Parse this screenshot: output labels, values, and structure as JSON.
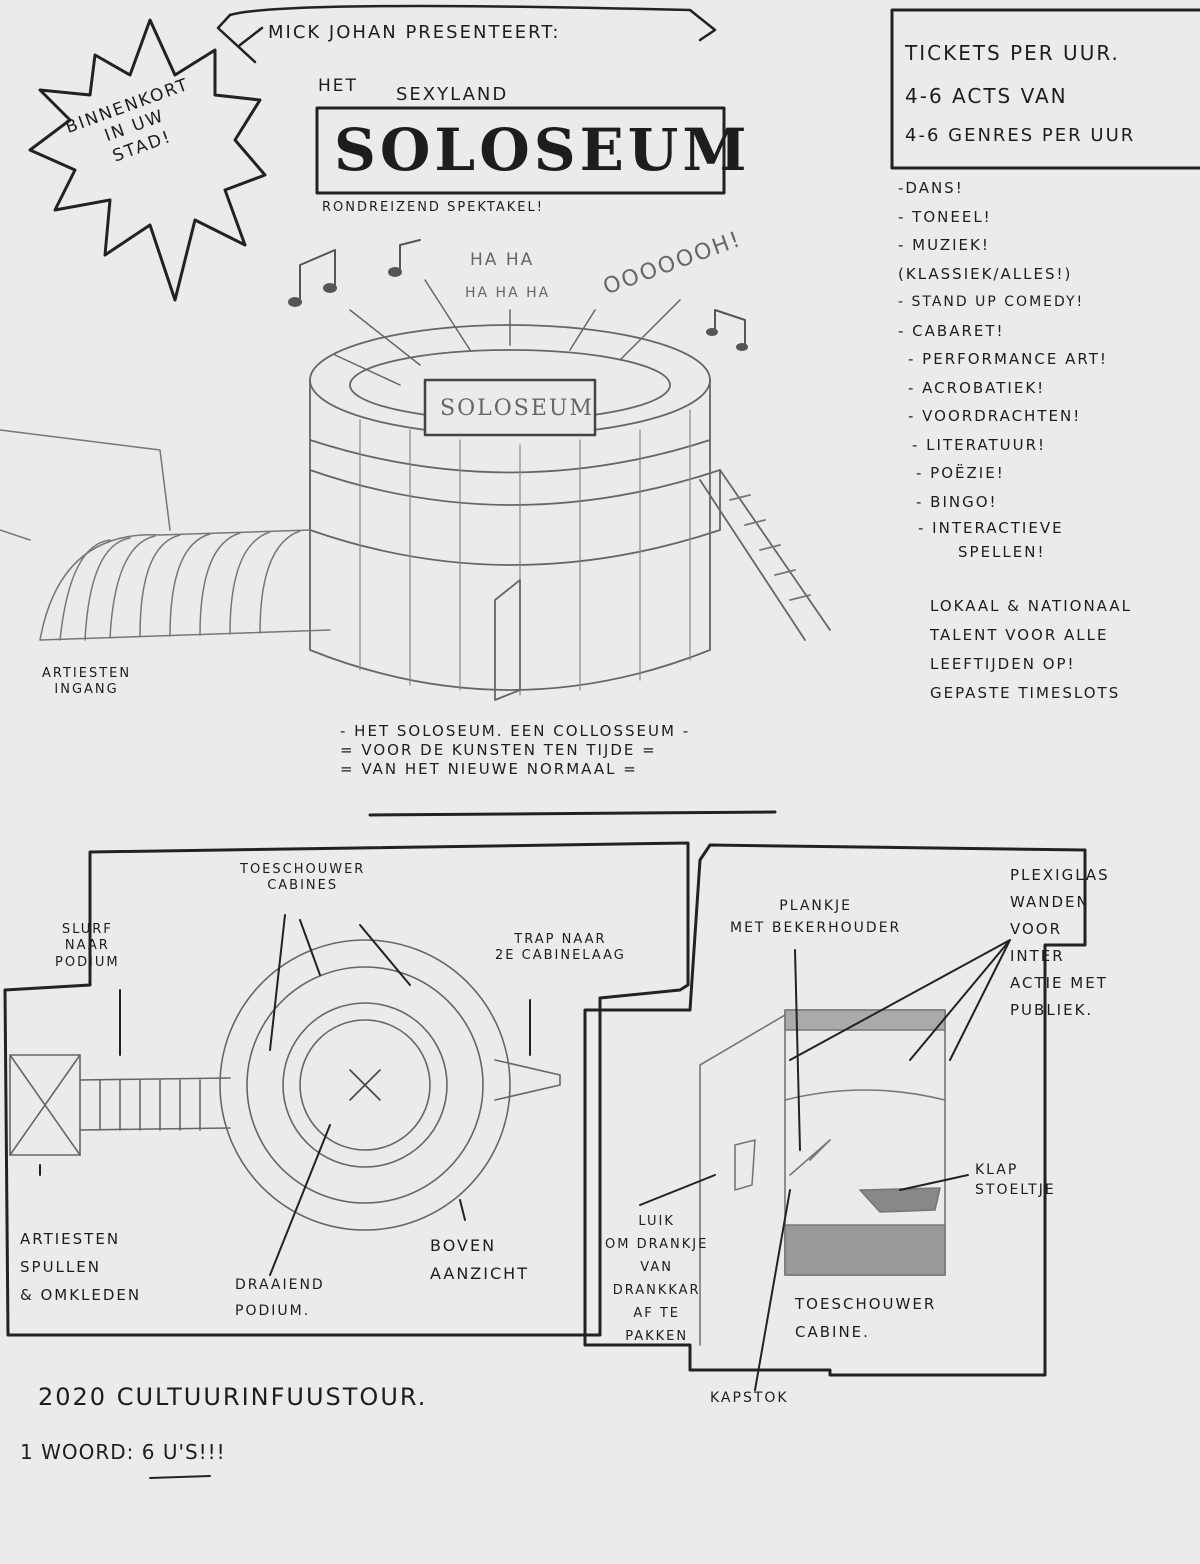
{
  "header": {
    "presenter": "Mick Johan presenteert:",
    "het": "Het",
    "sexyland": "Sexyland",
    "title": "SOLOSEUM",
    "subtitle": "Rondreizend spektakel!"
  },
  "burst": {
    "lines": [
      "Binnenkort",
      "in uw",
      "stad!"
    ]
  },
  "sounds": {
    "haha1": "Ha ha",
    "haha2": "Ha ha ha",
    "ooh": "oooOOOh!"
  },
  "building": {
    "sign": "Soloseum",
    "artist_entrance": "Artiesten\ningang"
  },
  "tagline": {
    "lines": [
      "- Het soloseum. Een collosseum -",
      "= voor de kunsten ten tijde =",
      "= van het nieuwe normaal ="
    ]
  },
  "tickets_box": {
    "lines": [
      "Tickets per uur.",
      "4-6 acts van",
      "4-6 genres per uur"
    ]
  },
  "genres": [
    "-Dans!",
    "- Toneel!",
    "- Muziek!",
    "(klassiek/alles!)",
    "- Stand up comedy!",
    "- Cabaret!",
    "- Performance art!",
    "- Acrobatiek!",
    "- Voordrachten!",
    "- Literatuur!",
    "- Poëzie!",
    "- Bingo!",
    "- Interactieve",
    "spellen!"
  ],
  "closing": [
    "Lokaal & nationaal",
    "talent voor alle",
    "leeftijden op!",
    "Gepaste timeslots"
  ],
  "top_view": {
    "cabines": "Toeschouwer\ncabines",
    "slurf": "Slurf\nnaar\npodium",
    "trap": "Trap naar\n2e cabinelaag",
    "artiesten": "Artiesten\nspullen\n& omkleden",
    "draaiend": "Draaiend\npodium.",
    "boven": "Boven\naanzicht"
  },
  "cabin_view": {
    "plankje": "Plankje\nmet bekerhouder",
    "plexiglas": "Plexiglas\nwanden\nvoor\ninter\nactie met\npubliek.",
    "luik": "Luik\nom drankje\nvan\ndrankkar\naf te\npakken",
    "klap": "Klap\nstoeltje",
    "toeschouwer": "Toeschouwer\ncabine.",
    "kapstok": "Kapstok"
  },
  "footer": {
    "tour": "2020 Cultuurinfuustour.",
    "word": "1 woord: 6 u's!!!"
  }
}
